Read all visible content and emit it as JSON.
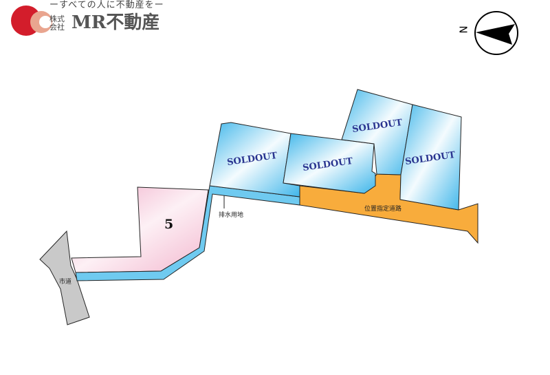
{
  "logo": {
    "tagline": "ーすべての人に不動産をー",
    "prefix": "株式会社",
    "name": "MR不動産"
  },
  "compass": {
    "label": "N"
  },
  "lots": [
    {
      "id": "lot-a",
      "label": "SOLDOUT"
    },
    {
      "id": "lot-b",
      "label": "SOLDOUT"
    },
    {
      "id": "lot-c",
      "label": "SOLDOUT"
    },
    {
      "id": "lot-d",
      "label": "SOLDOUT"
    },
    {
      "id": "lot-5",
      "label": "5"
    }
  ],
  "labels": {
    "drainage": "排水用地",
    "private_road": "位置指定道路",
    "city_road": "市道"
  },
  "colors": {
    "sold": "#5cc3ec",
    "available": "#f2bfd3",
    "road": "#f8ac3c",
    "city_road": "#c9c9c9",
    "drainage": "#6fcaf0"
  }
}
